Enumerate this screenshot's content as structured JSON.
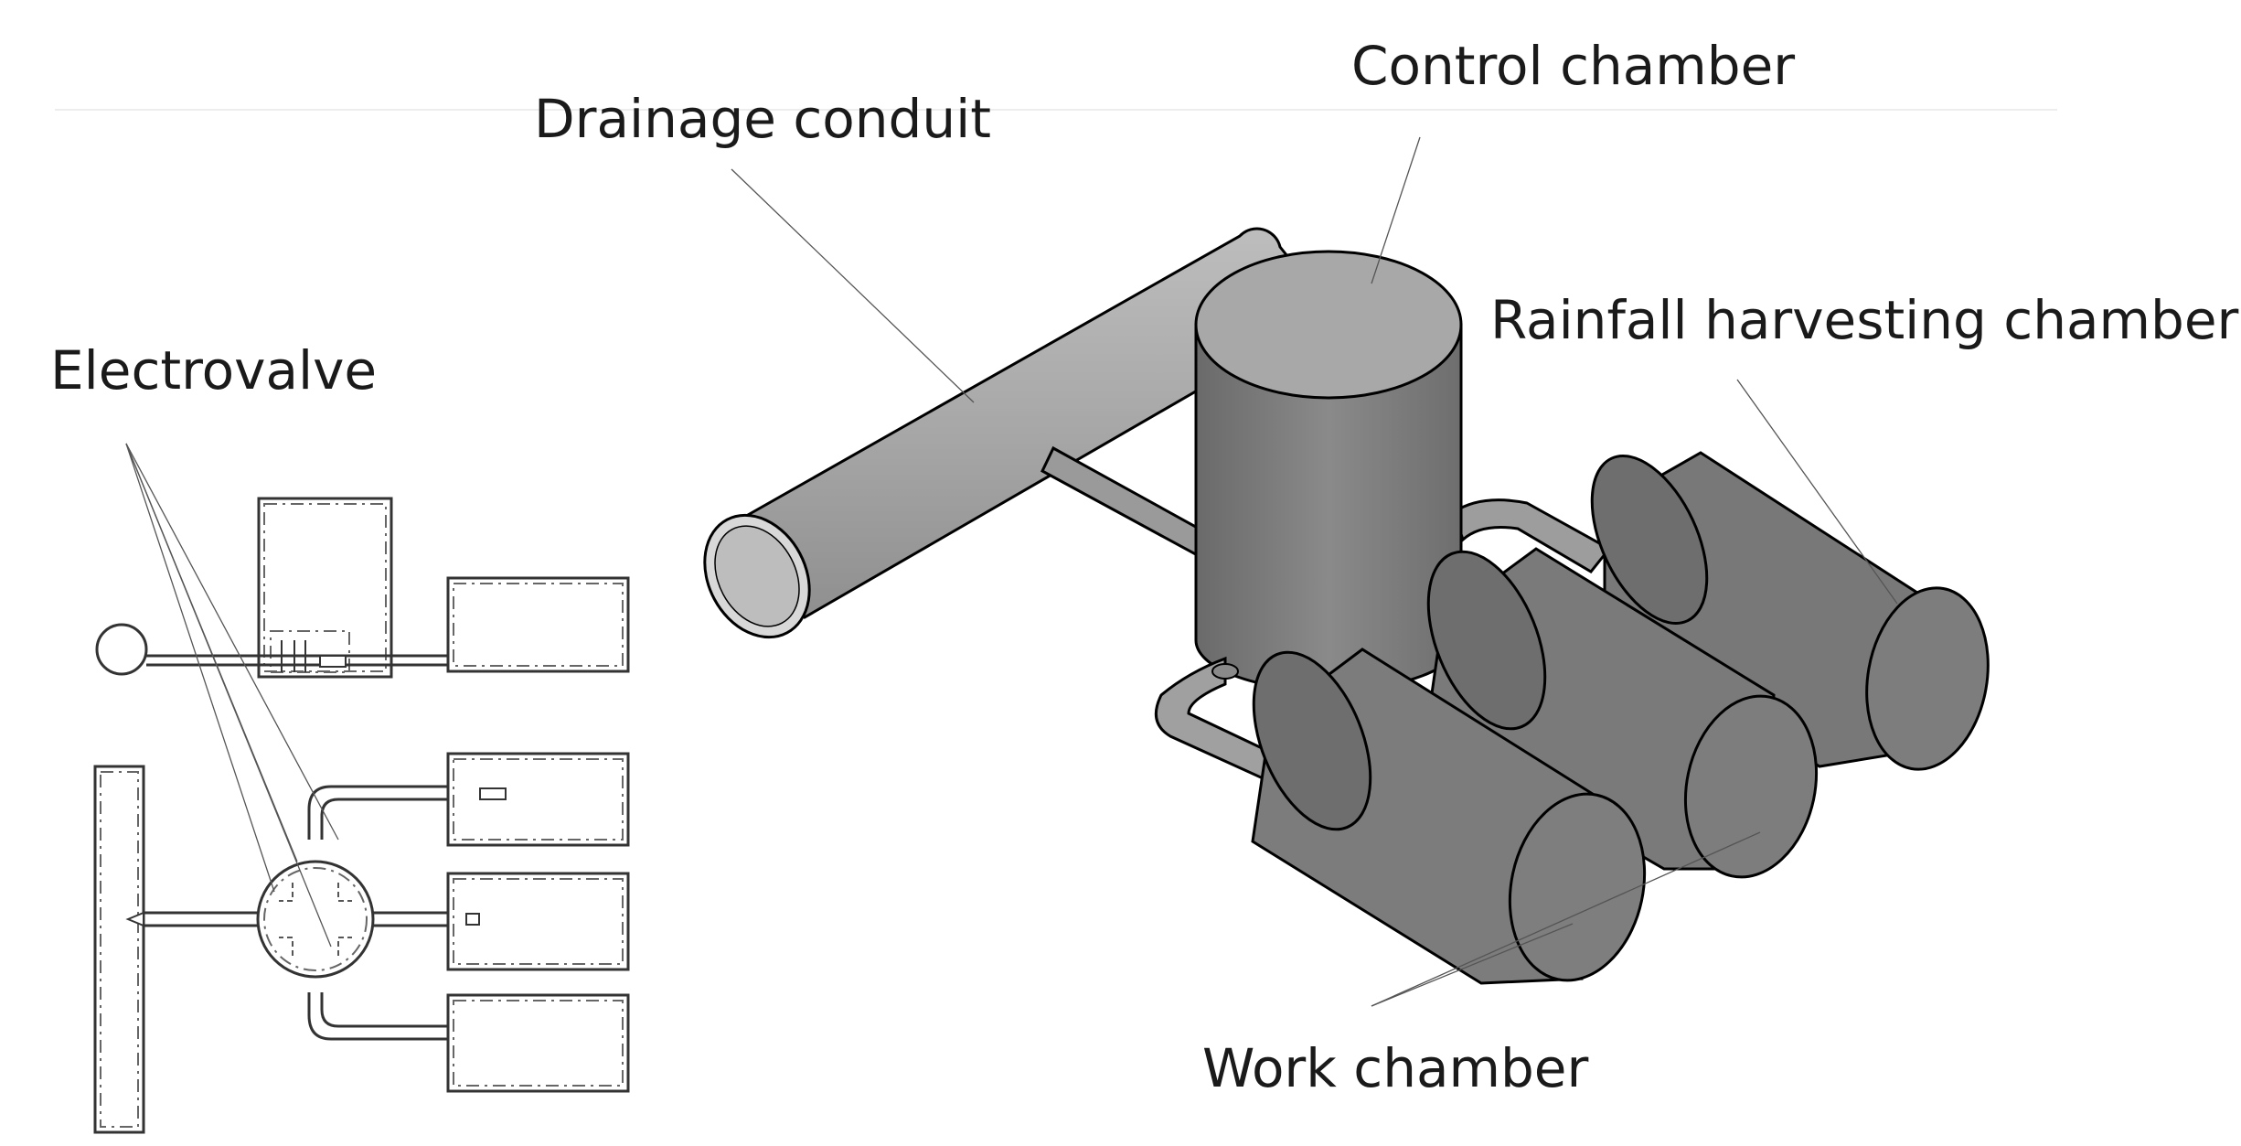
{
  "labels": {
    "control_chamber": "Control chamber",
    "drainage_conduit": "Drainage conduit",
    "rainfall_harvesting_chamber": "Rainfall harvesting chamber",
    "electrovalve": "Electrovalve",
    "work_chamber": "Work chamber"
  },
  "colors": {
    "cylinder_side": "#7b7b7b",
    "cylinder_top": "#a9a9a9",
    "conduit": "#a6a6a6",
    "outline": "#000000"
  }
}
